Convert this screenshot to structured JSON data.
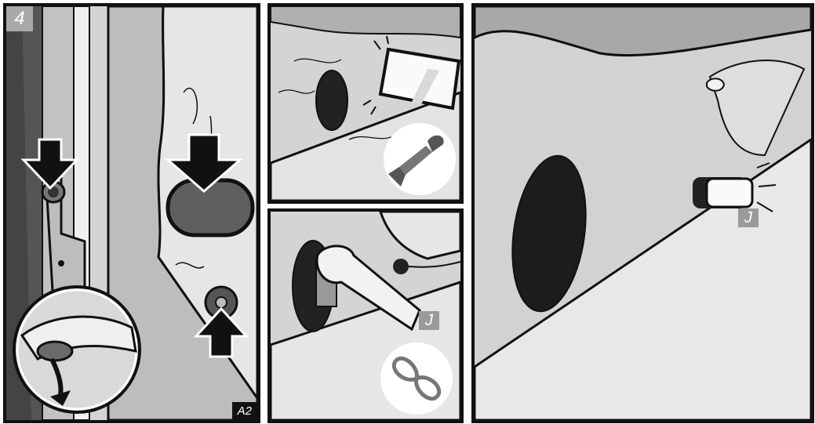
{
  "panels": {
    "main": {
      "step": "4",
      "tag": "A2"
    },
    "bottom_middle": {
      "part_label": "J"
    },
    "right": {
      "part_label": "J"
    }
  },
  "icons": [
    "down-arrow-icon",
    "up-arrow-icon",
    "scraper-tool-icon",
    "cable-tie-icon",
    "rotate-arrow-icon"
  ],
  "colors": {
    "outline": "#111111",
    "panel_fill": "#d6d6d6",
    "label_fill": "#9a9a9a"
  }
}
